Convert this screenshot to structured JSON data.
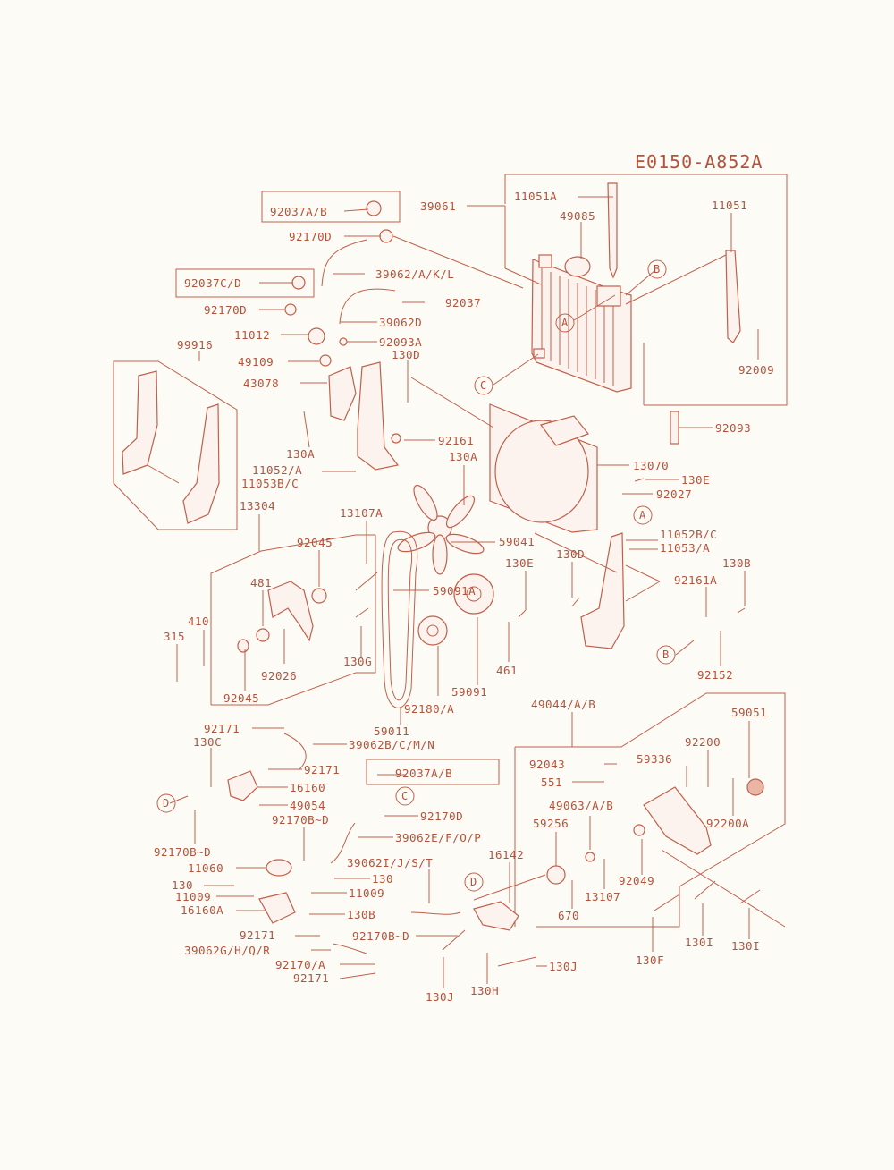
{
  "diagram": {
    "reference": "E0150-A852A",
    "circle_markers": {
      "a": "A",
      "b": "B",
      "c": "C",
      "d": "D"
    },
    "parts": {
      "p_92037ab_top": "92037A/B",
      "p_39061": "39061",
      "p_11051a": "11051A",
      "p_49085": "49085",
      "p_11051": "11051",
      "p_92170d_top": "92170D",
      "p_39062akl": "39062/A/K/L",
      "p_92037cd": "92037C/D",
      "p_92037": "92037",
      "p_92170d_2": "92170D",
      "p_39062d": "39062D",
      "p_11012": "11012",
      "p_92093a": "92093A",
      "p_99916": "99916",
      "p_49109": "49109",
      "p_130d_top": "130D",
      "p_92009": "92009",
      "p_43078": "43078",
      "p_92093": "92093",
      "p_92161": "92161",
      "p_130a_1": "130A",
      "p_130a_2": "130A",
      "p_13070": "13070",
      "p_11052a": "11052/A",
      "p_11053bc": "11053B/C",
      "p_130e_1": "130E",
      "p_92027": "92027",
      "p_13304": "13304",
      "p_13107a": "13107A",
      "p_11052bc": "11052B/C",
      "p_59041": "59041",
      "p_11053a": "11053/A",
      "p_92045_1": "92045",
      "p_130d_2": "130D",
      "p_130e_2": "130E",
      "p_130b_1": "130B",
      "p_481": "481",
      "p_59091a": "59091A",
      "p_92161a": "92161A",
      "p_410": "410",
      "p_315": "315",
      "p_130g": "130G",
      "p_92026": "92026",
      "p_461": "461",
      "p_92152": "92152",
      "p_92045_2": "92045",
      "p_59091": "59091",
      "p_92180a": "92180/A",
      "p_49044ab": "49044/A/B",
      "p_59011": "59011",
      "p_59051": "59051",
      "p_92171_1": "92171",
      "p_130c": "130C",
      "p_39062bcmn": "39062B/C/M/N",
      "p_92200": "92200",
      "p_92043": "92043",
      "p_59336": "59336",
      "p_92171_2": "92171",
      "p_92037ab_2": "92037A/B",
      "p_551": "551",
      "p_16160": "16160",
      "p_49054": "49054",
      "p_49063ab": "49063/A/B",
      "p_92170bd_1": "92170B~D",
      "p_92170d_3": "92170D",
      "p_92200a": "92200A",
      "p_59256": "59256",
      "p_92170bd_2": "92170B~D",
      "p_39062efop": "39062E/F/O/P",
      "p_16142": "16142",
      "p_11060": "11060",
      "p_39062ijst": "39062I/J/S/T",
      "p_92049": "92049",
      "p_130_1": "130",
      "p_130_2": "130",
      "p_13107": "13107",
      "p_11009_1": "11009",
      "p_11009_2": "11009",
      "p_670": "670",
      "p_16160a": "16160A",
      "p_130b_2": "130B",
      "p_130i_1": "130I",
      "p_130i_2": "130I",
      "p_92171_3": "92171",
      "p_92170bd_3": "92170B~D",
      "p_130f": "130F",
      "p_39062ghqr": "39062G/H/Q/R",
      "p_92170a": "92170/A",
      "p_130j_1": "130J",
      "p_92171_4": "92171",
      "p_130j_2": "130J",
      "p_130h": "130H"
    }
  }
}
